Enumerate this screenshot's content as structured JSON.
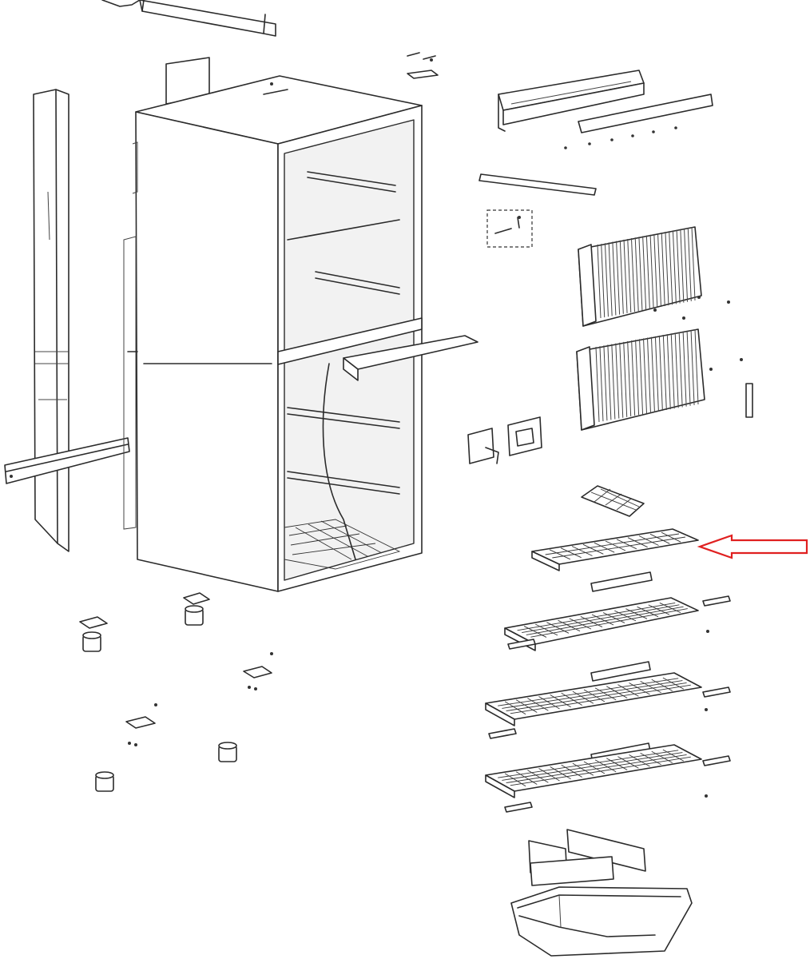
{
  "diagram": {
    "kind": "exploded-view",
    "subject": "refrigerator",
    "highlight_color": "#e02020",
    "highlighted_part": "shelf-upper-small",
    "parts": [
      "side-panel-left",
      "cabinet-body",
      "top-rail",
      "control-housing",
      "light-cover",
      "thermostat-bracket",
      "evaporator-cover-upper",
      "evaporator-cover-lower",
      "divider-bar",
      "control-module",
      "control-box",
      "egg-tray",
      "shelf-upper-small",
      "shelf-front-strip",
      "shelf-glass-1",
      "shelf-glass-2",
      "shelf-glass-3",
      "crisper-cover-panels",
      "crisper-drawer",
      "feet",
      "hinges"
    ]
  }
}
